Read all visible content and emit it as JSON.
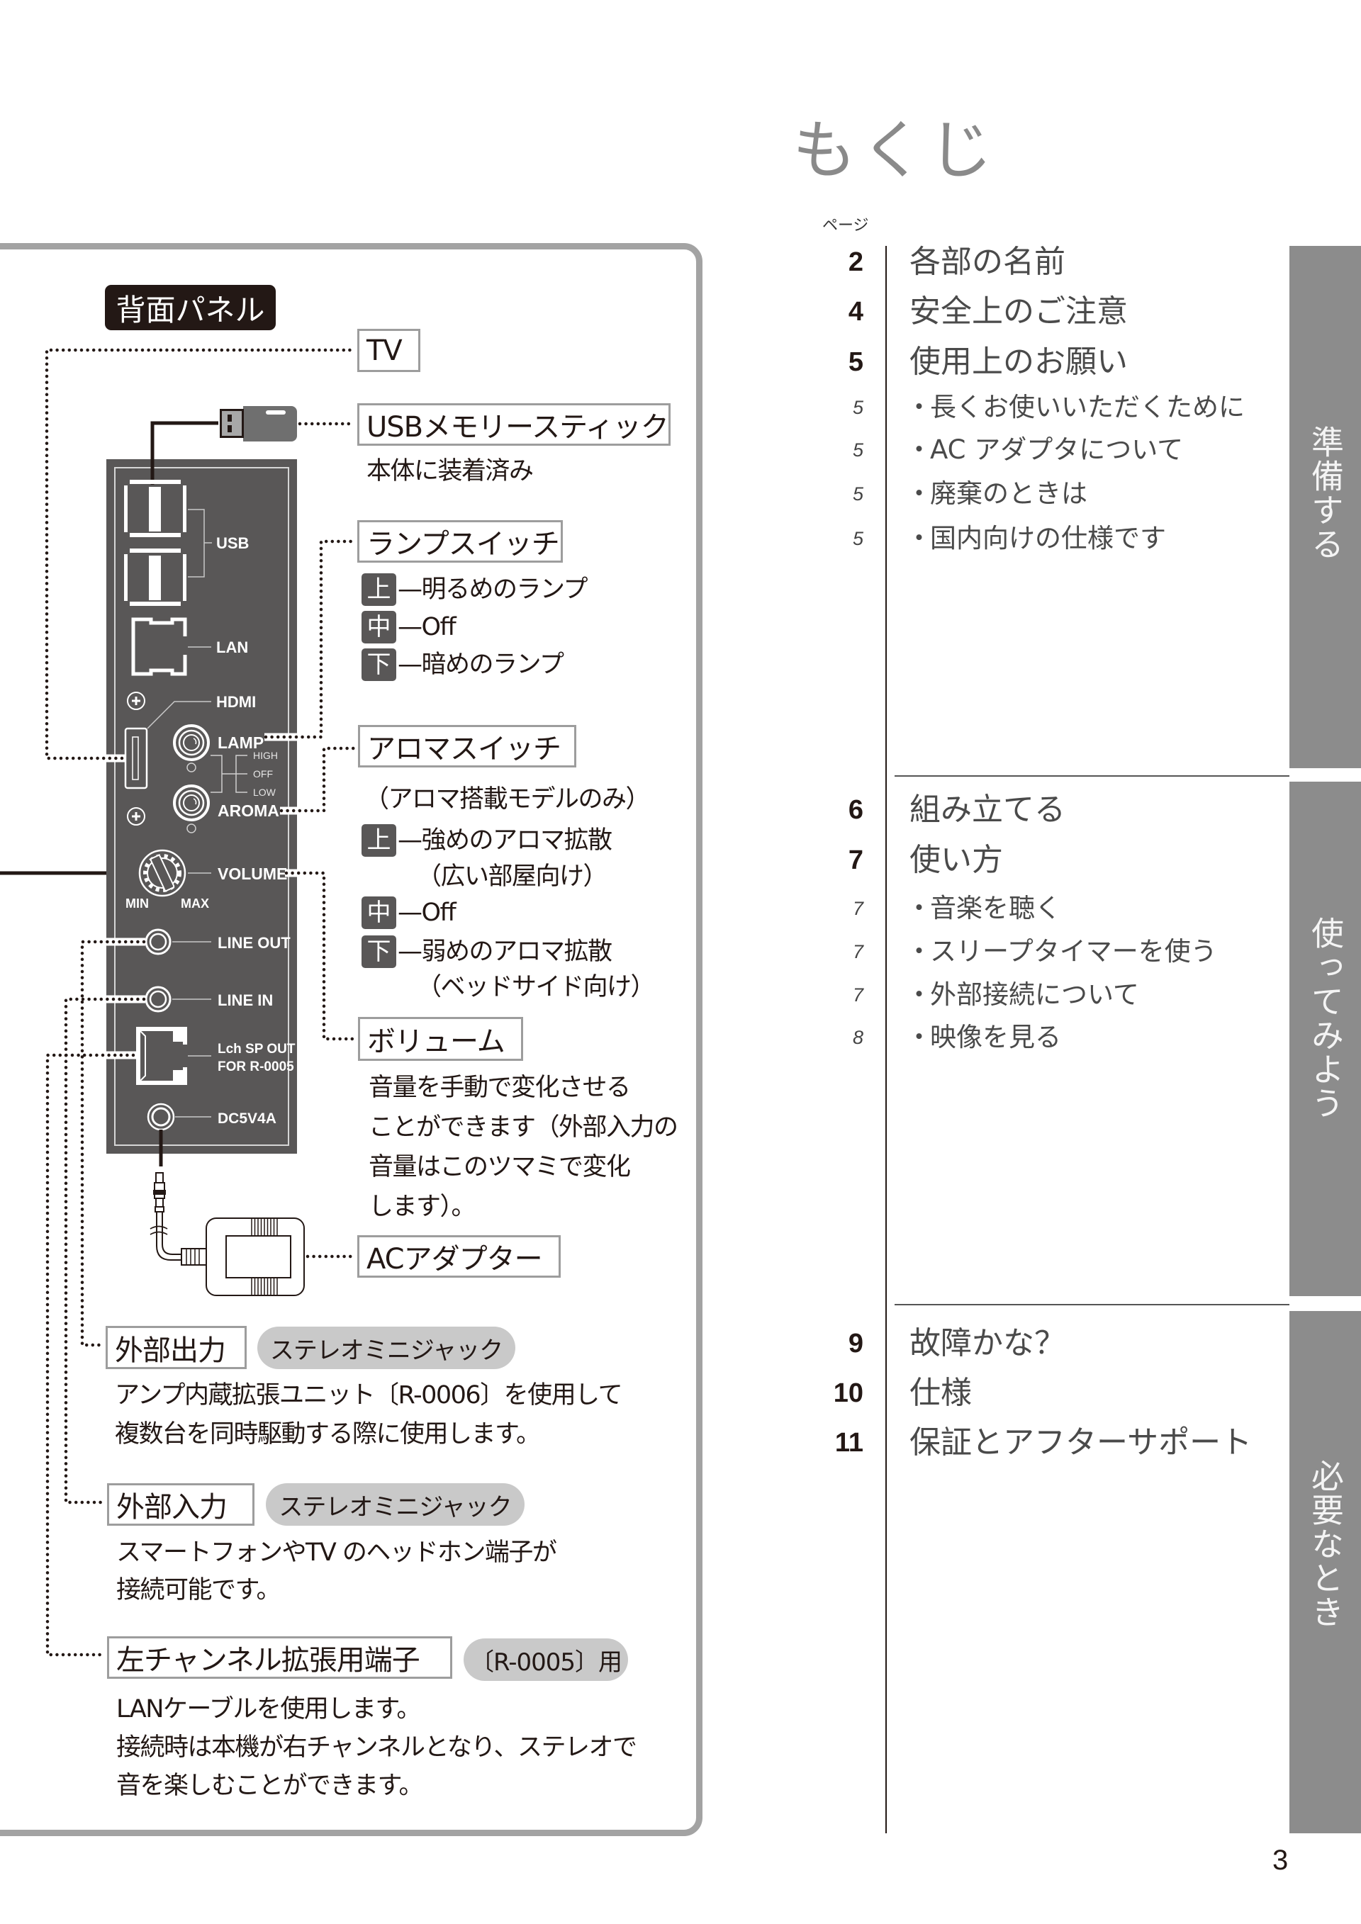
{
  "left_panel": {
    "title": "背面パネル",
    "device": {
      "usb": "USB",
      "lan": "LAN",
      "hdmi": "HDMI",
      "lamp": "LAMP",
      "high": "HIGH",
      "off": "OFF",
      "low": "LOW",
      "aroma": "AROMA",
      "volume": "VOLUME",
      "min": "MIN",
      "max": "MAX",
      "line_out": "LINE OUT",
      "line_in": "LINE IN",
      "lch_line1": "Lch SP OUT",
      "lch_line2": "FOR R-0005",
      "dc": "DC5V4A"
    },
    "callouts": {
      "tv": {
        "label": "TV"
      },
      "usb_stick": {
        "label": "USBメモリースティック",
        "note": "本体に装着済み"
      },
      "lamp_switch": {
        "label": "ランプスイッチ",
        "options": [
          {
            "badge": "上",
            "text": "—明るめのランプ"
          },
          {
            "badge": "中",
            "text": "—Off"
          },
          {
            "badge": "下",
            "text": "—暗めのランプ"
          }
        ]
      },
      "aroma_switch": {
        "label": "アロマスイッチ",
        "note": "（アロマ搭載モデルのみ）",
        "options": [
          {
            "badge": "上",
            "text": "—強めのアロマ拡散",
            "sub": "（広い部屋向け）"
          },
          {
            "badge": "中",
            "text": "—Off"
          },
          {
            "badge": "下",
            "text": "—弱めのアロマ拡散",
            "sub": "（ベッドサイド向け）"
          }
        ]
      },
      "volume": {
        "label": "ボリューム",
        "lines": [
          "音量を手動で変化させる",
          "ことができます（外部入力の",
          "音量はこのツマミで変化",
          "します）。"
        ]
      },
      "ac_adapter": {
        "label": "ACアダプター"
      },
      "ext_out": {
        "label": "外部出力",
        "tag": "ステレオミニジャック",
        "lines": [
          "アンプ内蔵拡張ユニット〔R-0006〕を使用して",
          "複数台を同時駆動する際に使用します。"
        ]
      },
      "ext_in": {
        "label": "外部入力",
        "tag": "ステレオミニジャック",
        "lines": [
          "スマートフォンやTV のヘッドホン端子が",
          "接続可能です。"
        ]
      },
      "left_channel": {
        "label": "左チャンネル拡張用端子",
        "tag": "〔R-0005〕用",
        "lines": [
          "LANケーブルを使用します。",
          "接続時は本機が右チャンネルとなり、ステレオで",
          "音を楽しむことができます。"
        ]
      }
    }
  },
  "toc": {
    "title": "もくじ",
    "page_label": "ページ",
    "bullet": "・",
    "groups": [
      {
        "items": [
          {
            "page": "2",
            "title": "各部の名前"
          },
          {
            "page": "4",
            "title": "安全上のご注意"
          },
          {
            "page": "5",
            "title": "使用上のお願い"
          },
          {
            "page": "5",
            "title": "長くお使いいただくために"
          },
          {
            "page": "5",
            "title": "AC アダプタについて"
          },
          {
            "page": "5",
            "title": "廃棄のときは"
          },
          {
            "page": "5",
            "title": "国内向けの仕様です"
          }
        ]
      },
      {
        "items": [
          {
            "page": "6",
            "title": "組み立てる"
          },
          {
            "page": "7",
            "title": "使い方"
          },
          {
            "page": "7",
            "title": "音楽を聴く"
          },
          {
            "page": "7",
            "title": "スリープタイマーを使う"
          },
          {
            "page": "7",
            "title": "外部接続について"
          },
          {
            "page": "8",
            "title": "映像を見る"
          }
        ]
      },
      {
        "items": [
          {
            "page": "9",
            "title": "故障かな？"
          },
          {
            "page": "10",
            "title": "仕様"
          },
          {
            "page": "11",
            "title": "保証とアフターサポート"
          }
        ]
      }
    ]
  },
  "side_tabs": [
    {
      "label": "準備する"
    },
    {
      "label": "使ってみよう"
    },
    {
      "label": "必要なとき"
    }
  ],
  "page_number": "3",
  "colors": {
    "ink": "#231815",
    "device_panel": "#595757",
    "frame_border": "#a3a3a3",
    "tag_pill": "#c9c9c9",
    "side_tab": "#8c8c8c",
    "toc_title": "#8a8a8a"
  }
}
